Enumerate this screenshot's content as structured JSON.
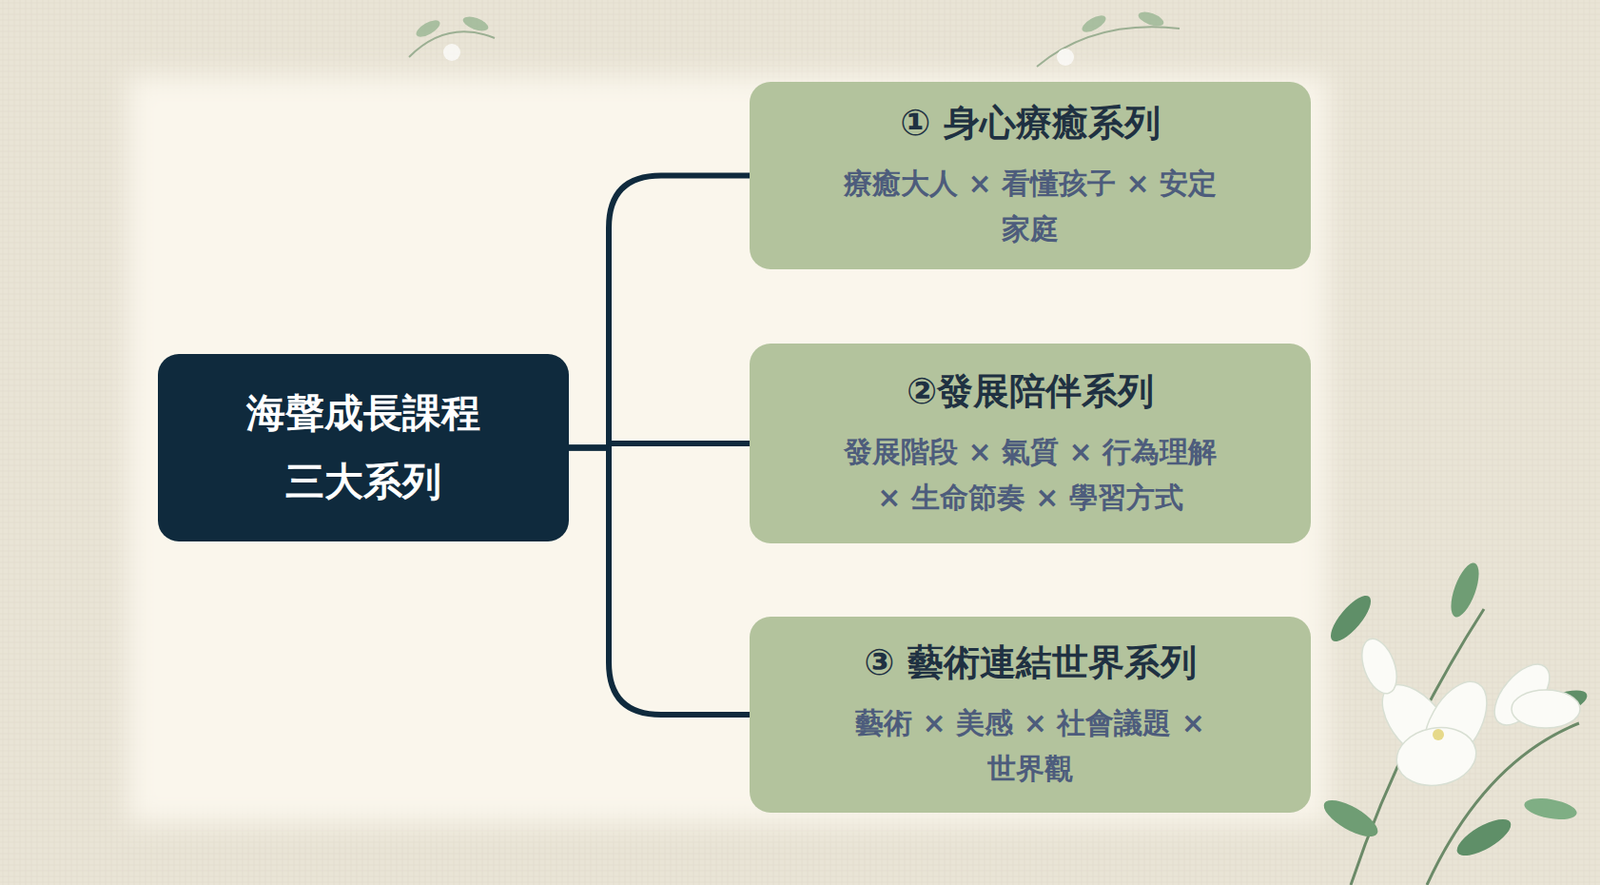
{
  "diagram": {
    "nodes": [
      {
        "text": [
          "海聲成長課程 三大系列"
        ]
      },
      {
        "text": [
          "① 身心療癒系列",
          "療癒大人 × 看懂孩子 × 安定家庭"
        ]
      },
      {
        "text": [
          "②發展陪伴系列",
          "發展階段 × 氣質 × 行為理解 × 生命節奏 × 學習方式"
        ]
      },
      {
        "text": [
          "③ 藝術連結世界系列",
          "藝術 × 美感 × 社會議題 × 世界觀"
        ]
      }
    ],
    "edges": [
      {
        "from": 0,
        "to": 1,
        "arrow": "none"
      },
      {
        "from": 0,
        "to": 2,
        "arrow": "none"
      },
      {
        "from": 0,
        "to": 3,
        "arrow": "none"
      }
    ]
  }
}
